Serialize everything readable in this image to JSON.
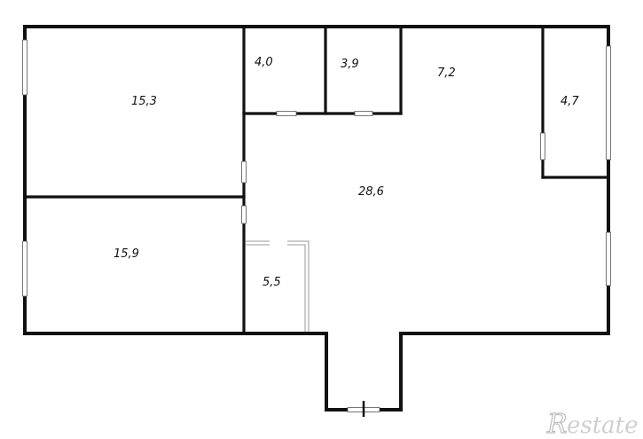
{
  "rooms": {
    "bedroom_1": "15,3",
    "bedroom_2": "15,9",
    "closet_1": "4,0",
    "closet_2": "3,9",
    "kitchen": "7,2",
    "balcony": "4,7",
    "living": "28,6",
    "bath": "5,5"
  },
  "watermark": {
    "initial": "R",
    "rest": "estate"
  }
}
